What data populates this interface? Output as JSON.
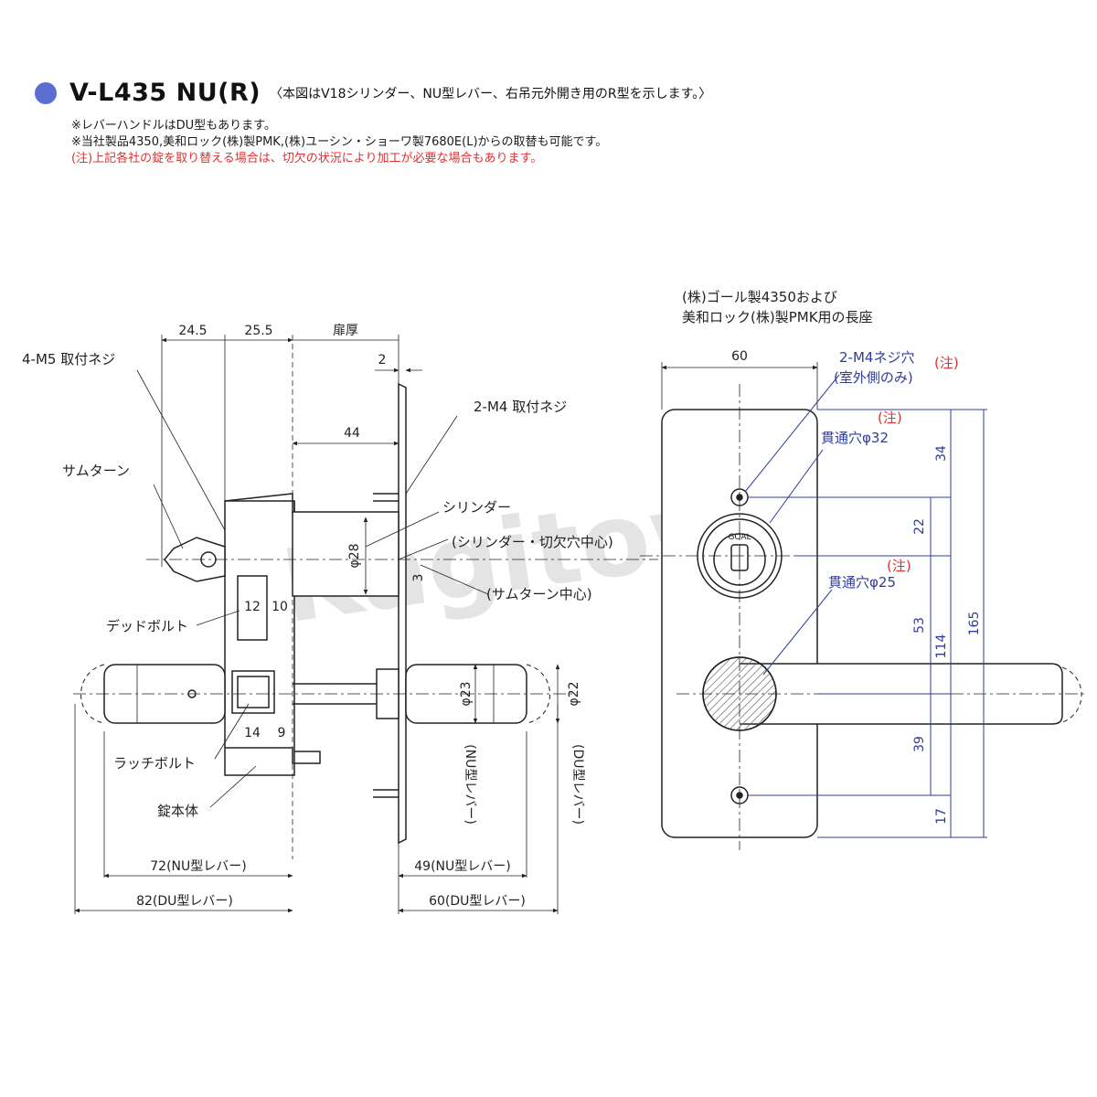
{
  "header": {
    "model": "V-L435 NU(R)",
    "subtitle": "〈本図はV18シリンダー、NU型レバー、右吊元外開き用のR型を示します。〉",
    "note_1": "※レバーハンドルはDU型もあります。",
    "note_2": "※当社製品4350,美和ロック(株)製PMK,(株)ユーシン・ショーワ製7680E(L)からの取替も可能です。",
    "note_red": "(注)上記各社の錠を取り替える場合は、切欠の状況により加工が必要な場合もあります。"
  },
  "watermark": "Kagitown",
  "side_view": {
    "dims": {
      "d245": "24.5",
      "d255": "25.5",
      "door": "扉厚",
      "d2": "2",
      "d44": "44",
      "d28": "φ28",
      "d3": "3",
      "d12": "12",
      "d10": "10",
      "d14": "14",
      "d9": "9",
      "d23": "φ23",
      "d22": "φ22",
      "nu72": "72(NU型レバー)",
      "du82": "82(DU型レバー)",
      "nu49": "49(NU型レバー)",
      "du60": "60(DU型レバー)",
      "nu_lever": "(NU型レバー)",
      "du_lever": "(DU型レバー)"
    },
    "labels": {
      "m5": "4-M5 取付ネジ",
      "m4": "2-M4 取付ネジ",
      "thumb": "サムターン",
      "cylinder": "シリンダー",
      "cyl_center": "(シリンダー・切欠穴中心)",
      "thumb_center": "(サムターン中心)",
      "deadbolt": "デッドボルト",
      "latch": "ラッチボルト",
      "body": "錠本体"
    }
  },
  "front_view": {
    "note_line_1": "(株)ゴール製4350および",
    "note_line_2": "美和ロック(株)製PMK用の長座",
    "width": "60",
    "m4_holes": "2-M4ネジ穴",
    "m4_sub": "(室外側のみ)",
    "chu": "(注)",
    "hole32": "貫通穴φ32",
    "hole25": "貫通穴φ25",
    "brand": "GOAL",
    "dims": {
      "d34": "34",
      "d22": "22",
      "d53": "53",
      "d39": "39",
      "d17": "17",
      "d114": "114",
      "d165": "165"
    }
  },
  "colors": {
    "accent": "#5b6fd0",
    "dim_blue": "#2f3c9c",
    "note_red": "#e03030"
  }
}
